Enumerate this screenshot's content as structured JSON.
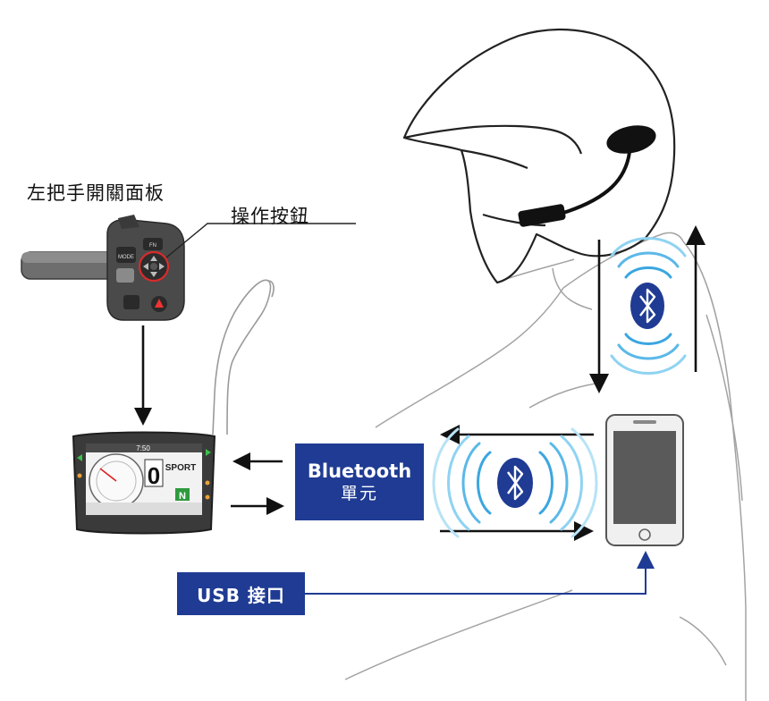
{
  "labels": {
    "switch_panel": "左把手開關面板",
    "operation_button": "操作按鈕",
    "bluetooth_unit_title": "Bluetooth",
    "bluetooth_unit_subtitle": "單元",
    "usb_port": "USB 接口"
  },
  "dashboard": {
    "clock": "7:50",
    "ride_mode": "SPORT",
    "gear": "0",
    "gear_indicator": "N"
  },
  "switch_panel": {
    "mode_button": "MODE",
    "fn_button": "FN"
  },
  "colors": {
    "box_blue": "#1f3b93",
    "bluetooth_icon": "#1f3b93",
    "wave_light": "#8fd3f2",
    "wave_mid": "#3aa6e0",
    "arrow": "#111111",
    "line_gray": "#9a9a9a"
  },
  "icons": [
    "bluetooth-icon",
    "bluetooth-icon",
    "smartphone-icon",
    "helmet-icon",
    "headset-icon"
  ]
}
